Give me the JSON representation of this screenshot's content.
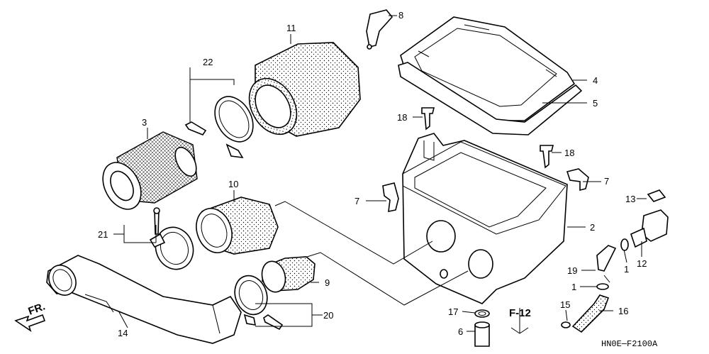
{
  "diagram": {
    "callouts": [
      "1",
      "1",
      "2",
      "3",
      "4",
      "5",
      "6",
      "7",
      "7",
      "8",
      "9",
      "10",
      "11",
      "12",
      "13",
      "14",
      "15",
      "16",
      "17",
      "18",
      "18",
      "19",
      "20",
      "21",
      "22"
    ],
    "direction_label": "FR.",
    "reference_label": "F-12",
    "figure_code": "HN0E─F2100A"
  }
}
